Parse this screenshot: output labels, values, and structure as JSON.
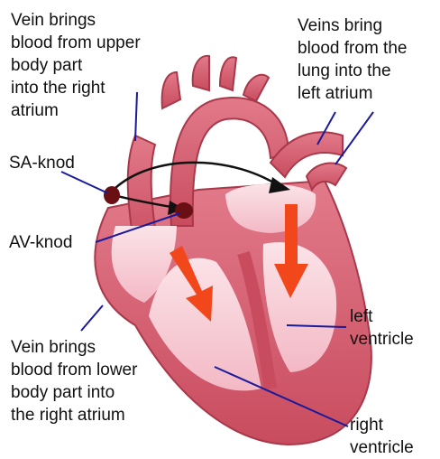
{
  "labels": {
    "upper_vein": "Vein brings\nblood from upper\nbody part\ninto the right\natrium",
    "lung_veins": "Veins bring\nblood from the\nlung into the\nleft atrium",
    "sa_node": "SA-knod",
    "av_node": "AV-knod",
    "lower_vein": "Vein brings\nblood from lower\nbody part into\nthe right atrium",
    "left_ventricle": "left\nventricle",
    "right_ventricle": "right\nventricle"
  },
  "colors": {
    "muscle": "#d6687a",
    "muscle_dark": "#b8404f",
    "chamber": "#f7cdd6",
    "flow_arrow": "#f2461b",
    "pointer": "#1a1a9a",
    "signal": "#111111",
    "node": "#6a0f14"
  }
}
